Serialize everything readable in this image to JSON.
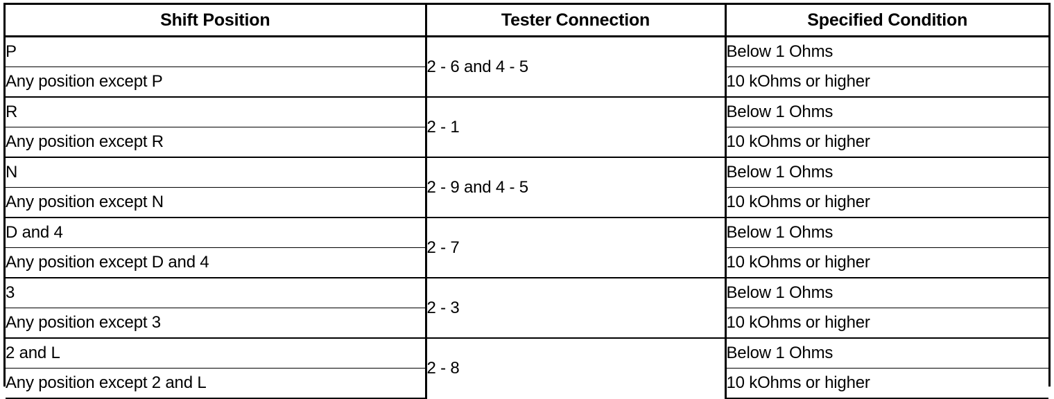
{
  "table": {
    "headers": [
      {
        "label": "Shift Position",
        "name": "shift-position"
      },
      {
        "label": "Tester Connection",
        "name": "tester-connection"
      },
      {
        "label": "Specified Condition",
        "name": "specified-condition"
      }
    ],
    "groups": [
      {
        "tester_connection": "2 - 6 and 4 - 5",
        "rows": [
          {
            "shift_position": "P",
            "specified_condition": "Below 1 Ohms"
          },
          {
            "shift_position": "Any position except P",
            "specified_condition": "10 kOhms or higher"
          }
        ]
      },
      {
        "tester_connection": "2 - 1",
        "rows": [
          {
            "shift_position": "R",
            "specified_condition": "Below 1 Ohms"
          },
          {
            "shift_position": "Any position except R",
            "specified_condition": "10 kOhms or higher"
          }
        ]
      },
      {
        "tester_connection": "2 - 9 and 4 - 5",
        "rows": [
          {
            "shift_position": "N",
            "specified_condition": "Below 1 Ohms"
          },
          {
            "shift_position": "Any position except N",
            "specified_condition": "10 kOhms or higher"
          }
        ]
      },
      {
        "tester_connection": "2 - 7",
        "rows": [
          {
            "shift_position": "D and 4",
            "specified_condition": "Below 1 Ohms"
          },
          {
            "shift_position": "Any position except D and 4",
            "specified_condition": "10 kOhms or higher"
          }
        ]
      },
      {
        "tester_connection": "2 - 3",
        "rows": [
          {
            "shift_position": "3",
            "specified_condition": "Below 1 Ohms"
          },
          {
            "shift_position": "Any position except 3",
            "specified_condition": "10 kOhms or higher"
          }
        ]
      },
      {
        "tester_connection": "2 - 8",
        "rows": [
          {
            "shift_position": "2 and L",
            "specified_condition": "Below 1 Ohms"
          },
          {
            "shift_position": "Any position except 2 and L",
            "specified_condition": "10 kOhms or higher"
          }
        ]
      }
    ]
  },
  "colors": {
    "border": "#000000",
    "text": "#000000",
    "background": "#ffffff"
  }
}
